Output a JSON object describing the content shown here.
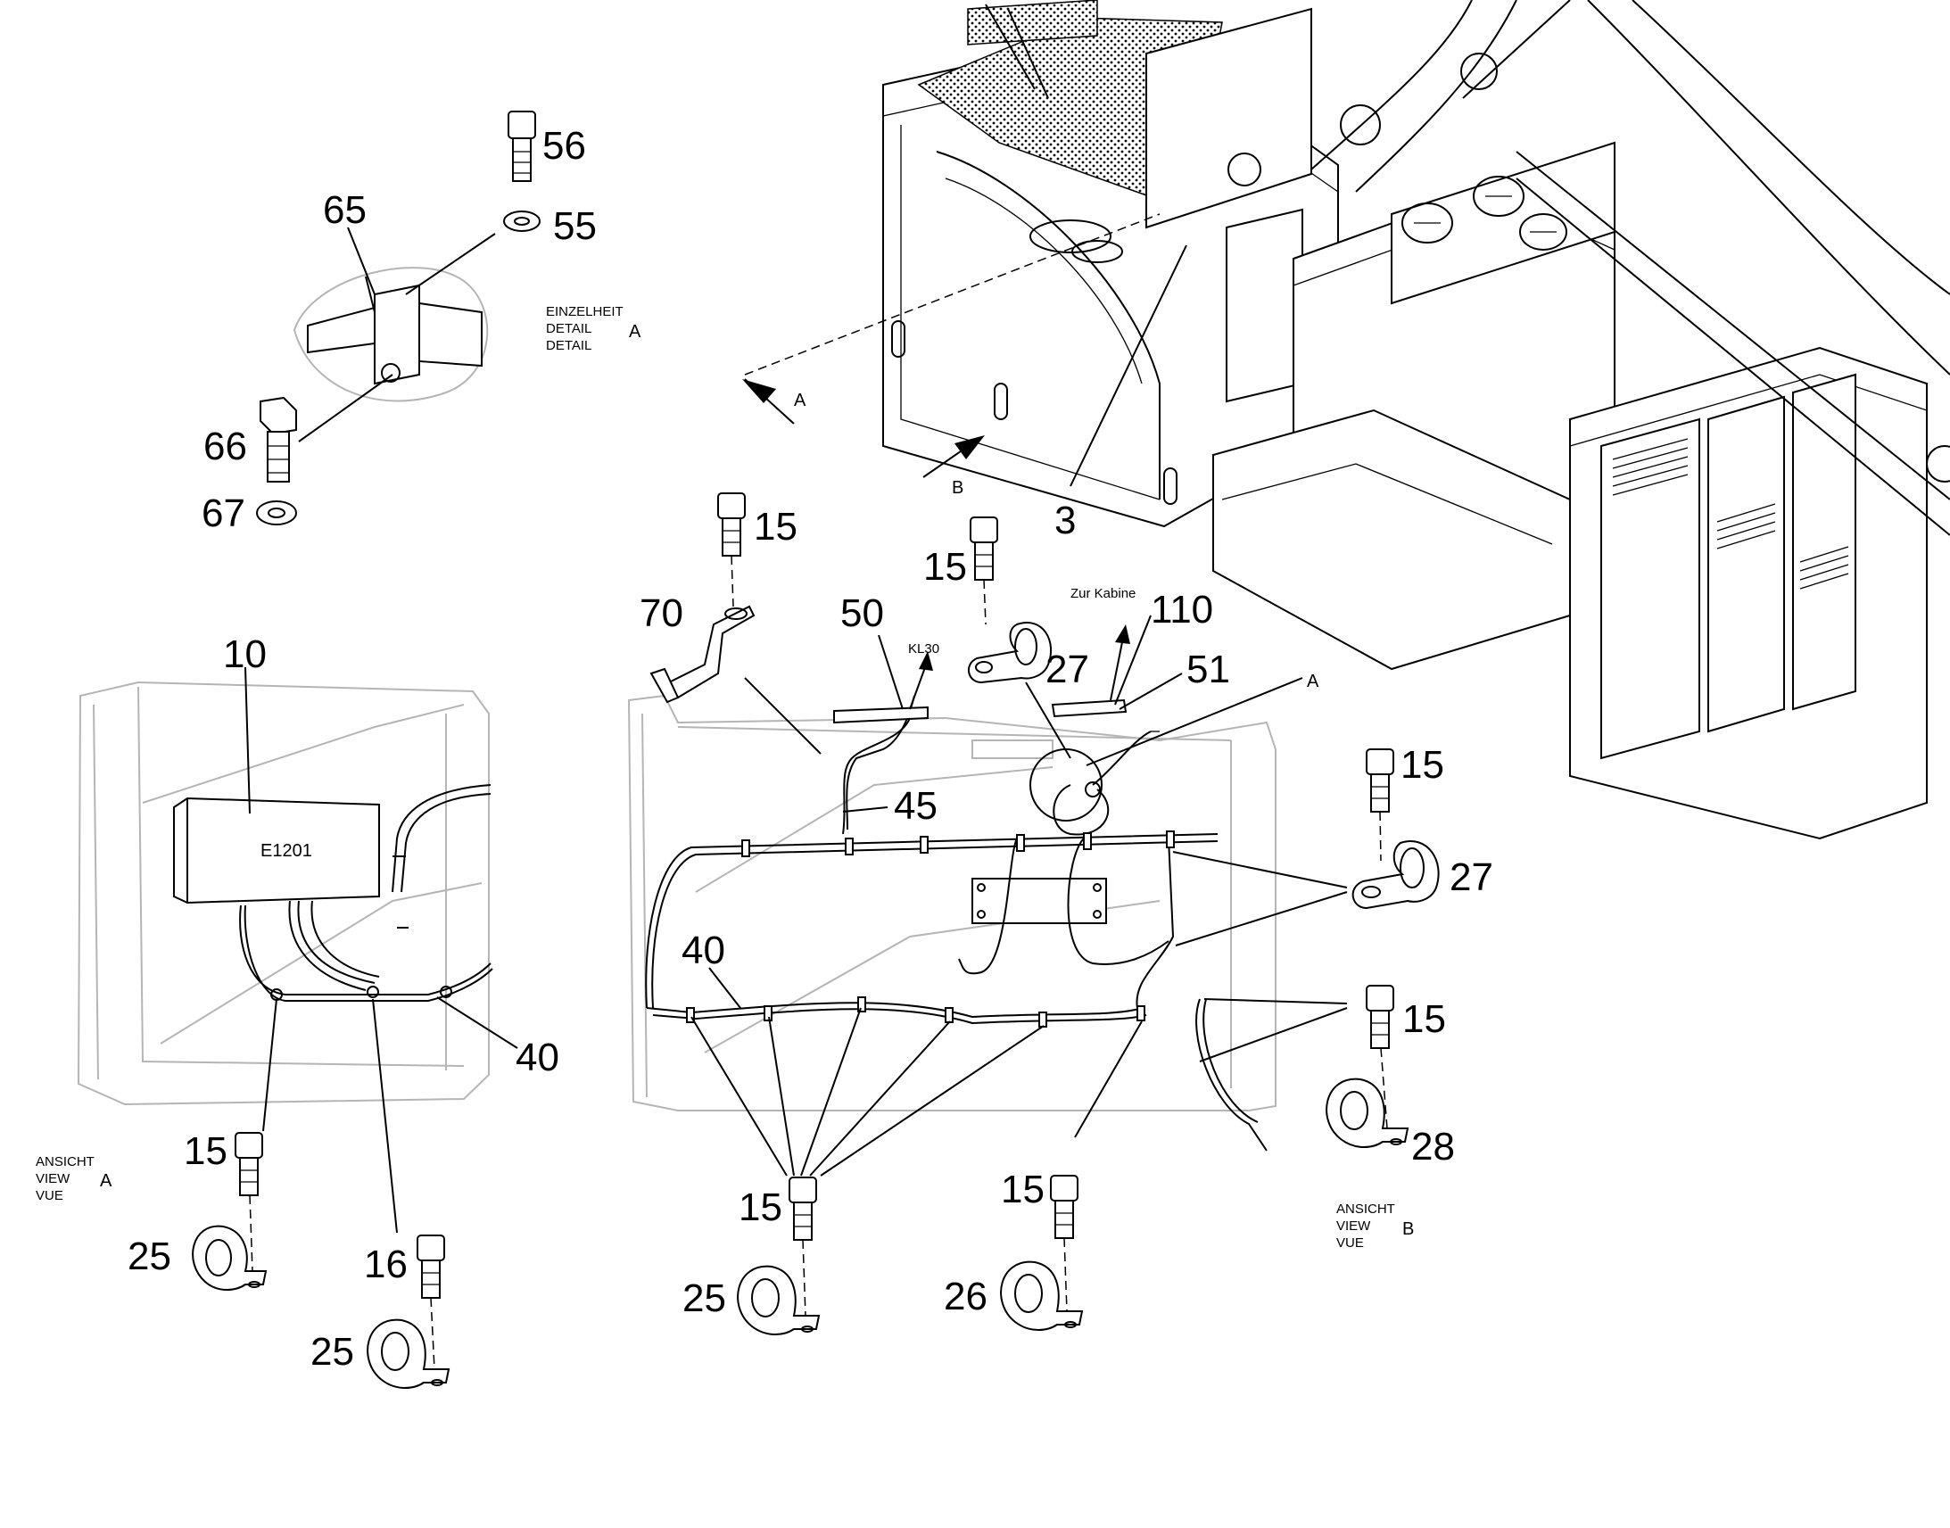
{
  "callouts": {
    "c56": "56",
    "c55": "55",
    "c65": "65",
    "c66": "66",
    "c67": "67",
    "c10": "10",
    "c40_left": "40",
    "c15_left": "15",
    "c25_left_a": "25",
    "c16": "16",
    "c25_left_b": "25",
    "c15_top_a": "15",
    "c70": "70",
    "c50": "50",
    "c15_top_b": "15",
    "c27_top": "27",
    "c110": "110",
    "c51": "51",
    "c45": "45",
    "c40_mid": "40",
    "c3": "3",
    "c15_mid_a": "15",
    "c25_mid": "25",
    "c15_mid_b": "15",
    "c26": "26",
    "c15_right_a": "15",
    "c27_right": "27",
    "c15_right_b": "15",
    "c28": "28"
  },
  "labels": {
    "detail_line1": "EINZELHEIT",
    "detail_line2": "DETAIL",
    "detail_line3": "DETAIL",
    "detail_letter": "A",
    "view_a_line1": "ANSICHT",
    "view_a_line2": "VIEW",
    "view_a_line3": "VUE",
    "view_a_letter": "A",
    "view_b_line1": "ANSICHT",
    "view_b_line2": "VIEW",
    "view_b_line3": "VUE",
    "view_b_letter": "B",
    "arrow_a": "A",
    "arrow_b": "B",
    "module_label": "E1201",
    "kl30": "KL30",
    "zur_kabine": "Zur Kabine",
    "detail_ref": "A"
  }
}
